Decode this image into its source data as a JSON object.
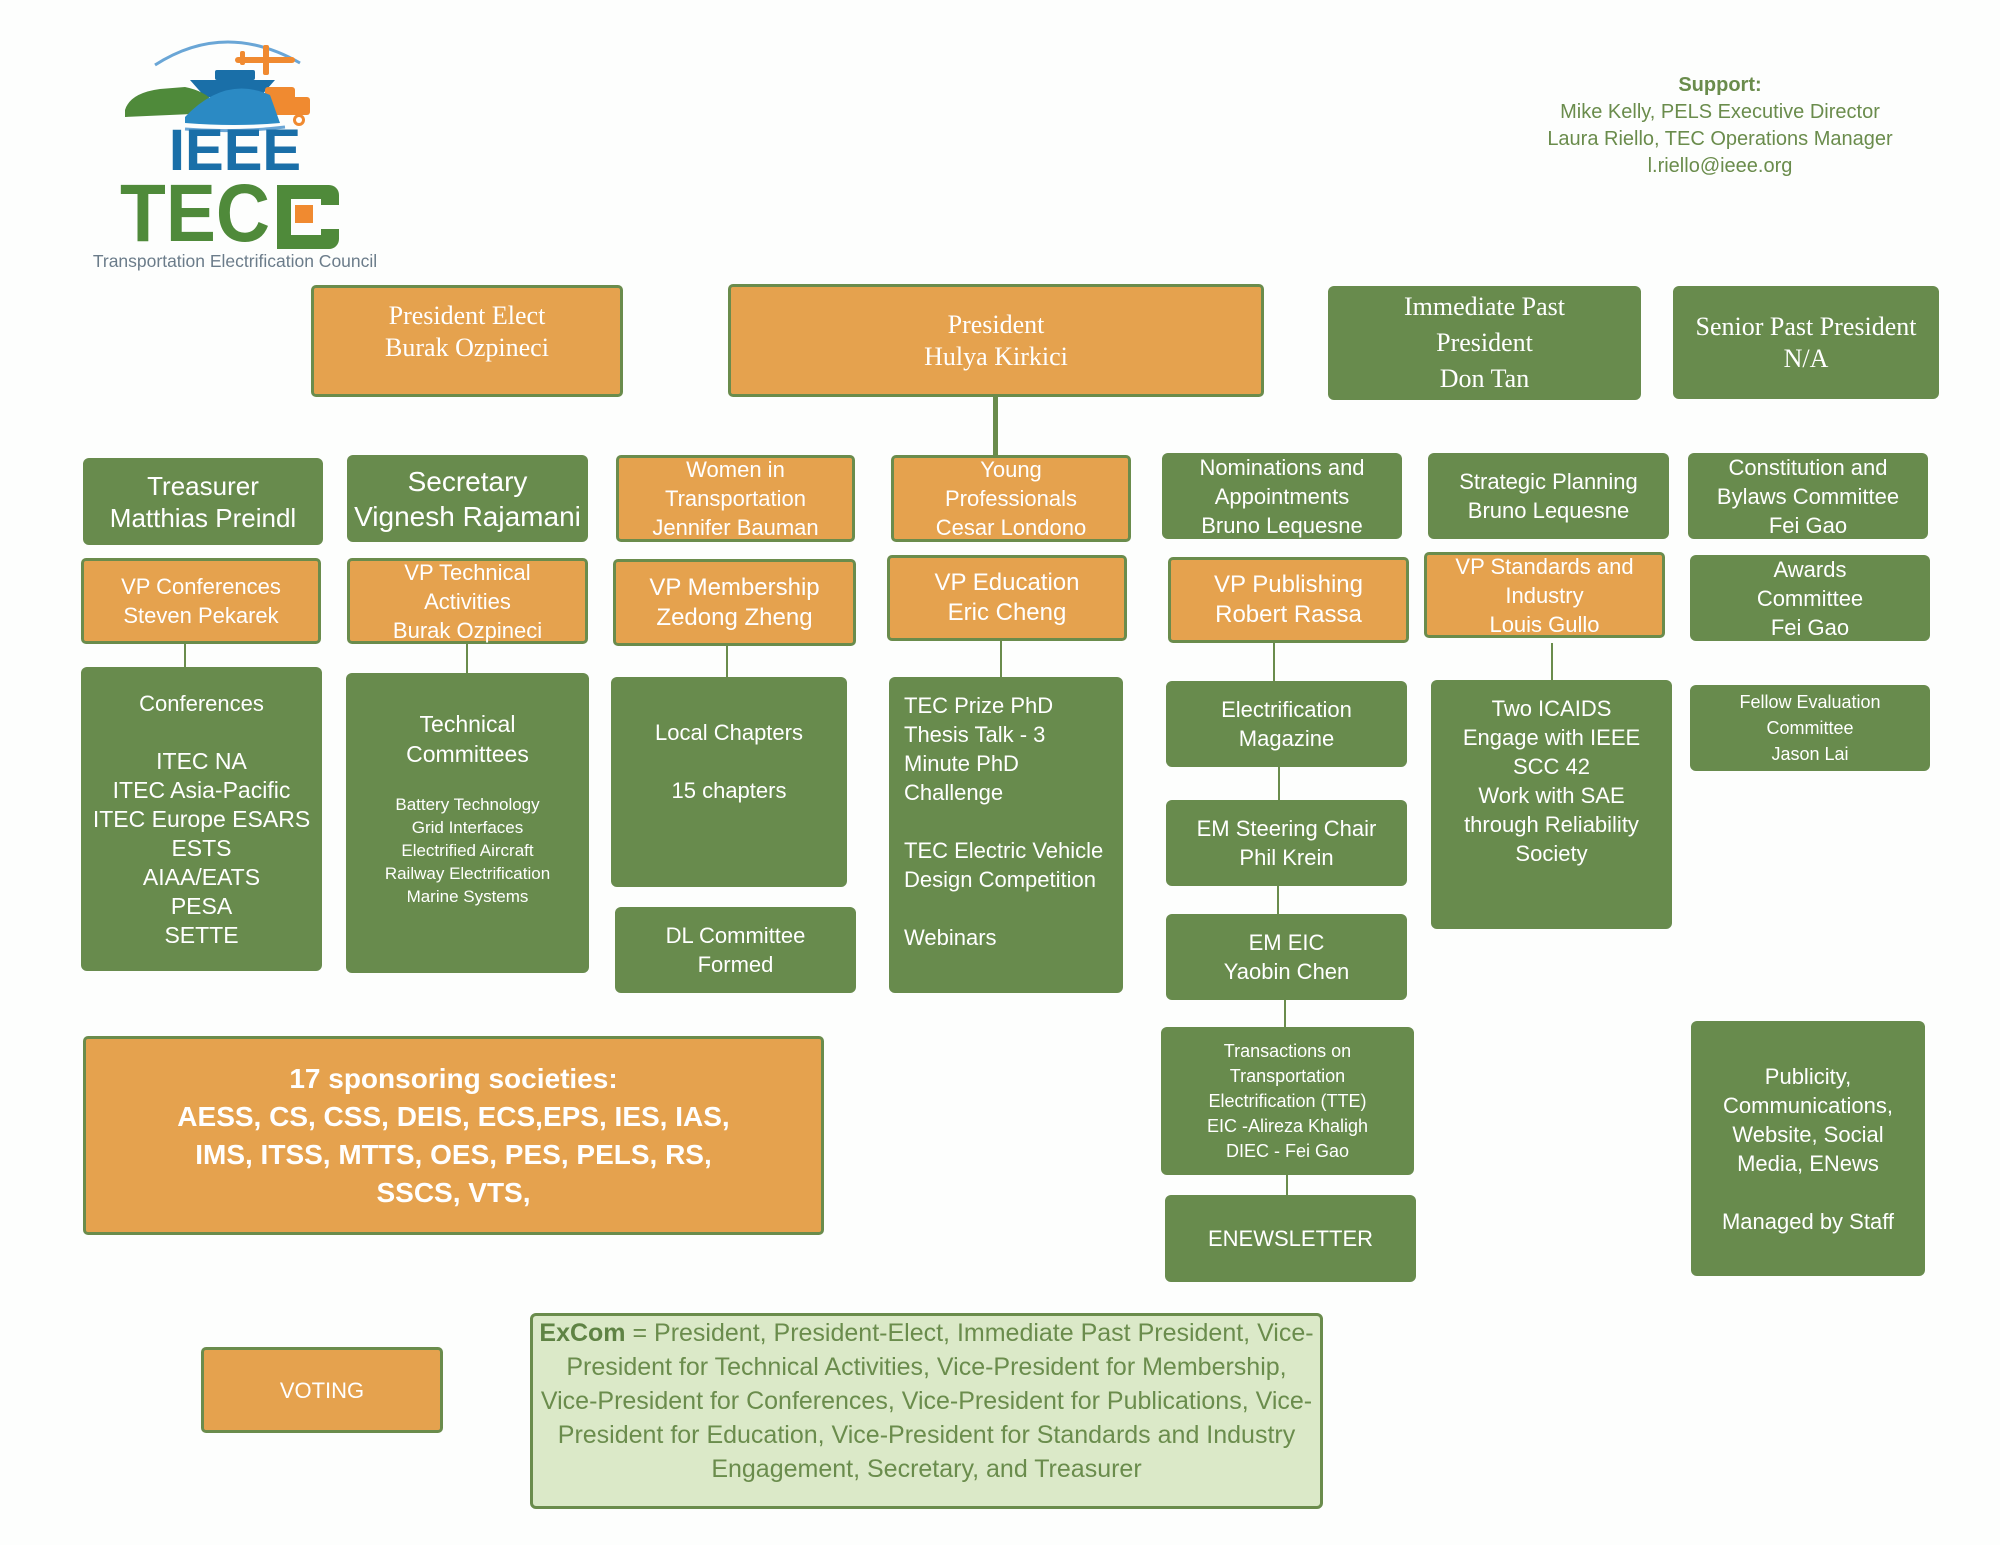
{
  "logo": {
    "ieee": "IEEE",
    "tec": "TEC",
    "subtitle": "Transportation Electrification Council",
    "colors": {
      "blue": "#1a6fa8",
      "green": "#4f8a3a",
      "orange": "#f08a30",
      "gray": "#6b7c8a"
    }
  },
  "support": {
    "heading": "Support:",
    "lines": [
      "Mike Kelly, PELS Executive Director",
      "Laura Riello, TEC Operations Manager",
      "l.riello@ieee.org"
    ]
  },
  "officers": {
    "president_elect": "President Elect\nBurak Ozpineci",
    "president": "President\nHulya Kirkici",
    "immediate_past_president": "Immediate Past\nPresident\nDon Tan",
    "senior_past_president": "Senior Past President\nN/A"
  },
  "row2": {
    "treasurer": "Treasurer\nMatthias Preindl",
    "secretary": "Secretary\nVignesh Rajamani",
    "women": "Women in\nTransportation\nJennifer Bauman",
    "young_professionals": "Young\nProfessionals\nCesar Londono",
    "nominations": "Nominations and\nAppointments\nBruno Lequesne",
    "strategic": "Strategic Planning\nBruno Lequesne",
    "constitution": "Constitution and\nBylaws Committee\nFei Gao"
  },
  "row3": {
    "vp_conferences": "VP Conferences\nSteven Pekarek",
    "vp_technical": "VP Technical\nActivities\nBurak Ozpineci",
    "vp_membership": "VP Membership\nZedong Zheng",
    "vp_education": "VP Education\nEric Cheng",
    "vp_publishing": "VP Publishing\nRobert Rassa",
    "vp_standards": "VP Standards and\nIndustry\nLouis Gullo",
    "awards": "Awards\nCommittee\nFei Gao",
    "fellow": "Fellow Evaluation\nCommittee\nJason Lai"
  },
  "details": {
    "conferences_title": "Conferences",
    "conferences_list": "ITEC NA\nITEC Asia-Pacific\nITEC Europe ESARS\nESTS\nAIAA/EATS\nPESA\nSETTE",
    "technical_title": "Technical\nCommittees",
    "technical_list": "Battery Technology\nGrid Interfaces\nElectrified Aircraft\nRailway Electrification\nMarine Systems",
    "local_chapters": "Local Chapters\n\n15 chapters",
    "dl_committee": "DL Committee\nFormed",
    "education_list": "TEC Prize PhD\nThesis Talk - 3\nMinute PhD\nChallenge\n\nTEC Electric Vehicle\nDesign Competition\n\nWebinars",
    "electrification_magazine": "Electrification\nMagazine",
    "em_steering": "EM Steering Chair\nPhil Krein",
    "em_eic": "EM EIC\nYaobin Chen",
    "transactions": "Transactions on\nTransportation\nElectrification (TTE)\nEIC -Alireza Khaligh\nDIEC - Fei Gao",
    "enewsletter": "ENEWSLETTER",
    "standards_list": "Two ICAIDS\nEngage with IEEE\nSCC 42\nWork with SAE\nthrough Reliability\nSociety",
    "publicity": "Publicity,\nCommunications,\nWebsite, Social\nMedia, ENews\n\nManaged by Staff"
  },
  "sponsors": {
    "title": "17 sponsoring societies:",
    "list": "AESS, CS, CSS, DEIS, ECS,EPS, IES, IAS,\nIMS, ITSS, MTTS, OES, PES, PELS, RS,\nSSCS, VTS,"
  },
  "legend": {
    "voting": "VOTING",
    "excom_label": "ExCom",
    "excom_text": " = President, President-Elect, Immediate Past President, Vice-President for Technical Activities, Vice-President for Membership, Vice-President for Conferences, Vice-President for Publications, Vice-President for Education, Vice-President for Standards and Industry Engagement, Secretary, and Treasurer"
  },
  "colors": {
    "voting_orange": "#e5a24e",
    "non_voting_green": "#688b4d",
    "excom_bg": "#dbe9c8"
  }
}
